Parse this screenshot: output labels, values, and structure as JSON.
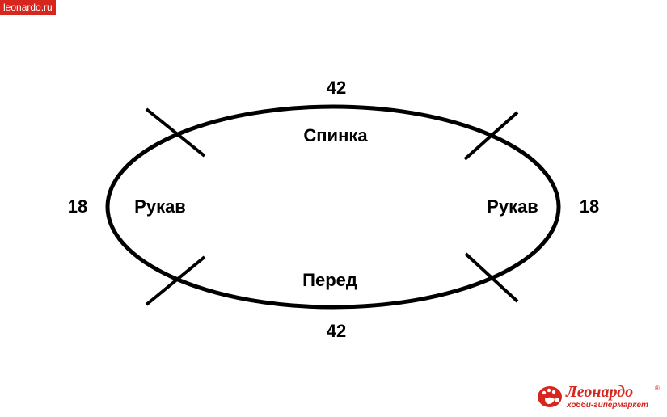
{
  "site_badge": "leonardo.ru",
  "diagram": {
    "top_measure": "42",
    "bottom_measure": "42",
    "left_measure": "18",
    "right_measure": "18",
    "back_label": "Спинка",
    "front_label": "Перед",
    "left_sleeve_label": "Рукав",
    "right_sleeve_label": "Рукав",
    "line_color": "#000000"
  },
  "logo": {
    "name": "Леонардо",
    "registered": "®",
    "tagline": "хобби-гипермаркет",
    "brand_color": "#d7261e",
    "icon": "palette-hand-icon"
  }
}
